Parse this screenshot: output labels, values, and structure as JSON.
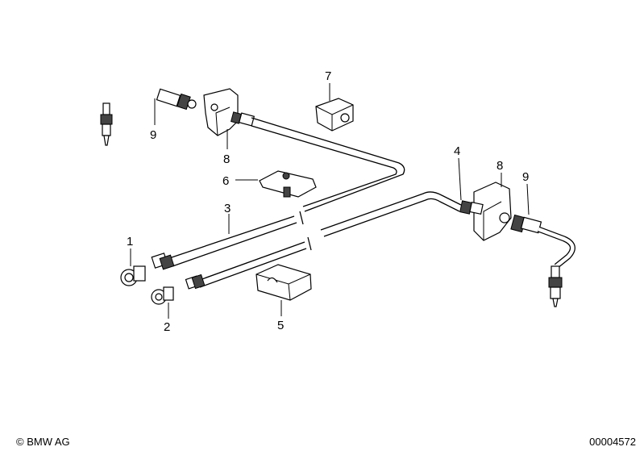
{
  "callouts": [
    {
      "id": "c1",
      "label": "1"
    },
    {
      "id": "c2",
      "label": "2"
    },
    {
      "id": "c3",
      "label": "3"
    },
    {
      "id": "c4",
      "label": "4"
    },
    {
      "id": "c5",
      "label": "5"
    },
    {
      "id": "c6",
      "label": "6"
    },
    {
      "id": "c7",
      "label": "7"
    },
    {
      "id": "c8a",
      "label": "8"
    },
    {
      "id": "c8b",
      "label": "8"
    },
    {
      "id": "c9a",
      "label": "9"
    },
    {
      "id": "c9b",
      "label": "9"
    }
  ],
  "footer": {
    "copyright": "© BMW AG",
    "doc_number": "00004572"
  }
}
